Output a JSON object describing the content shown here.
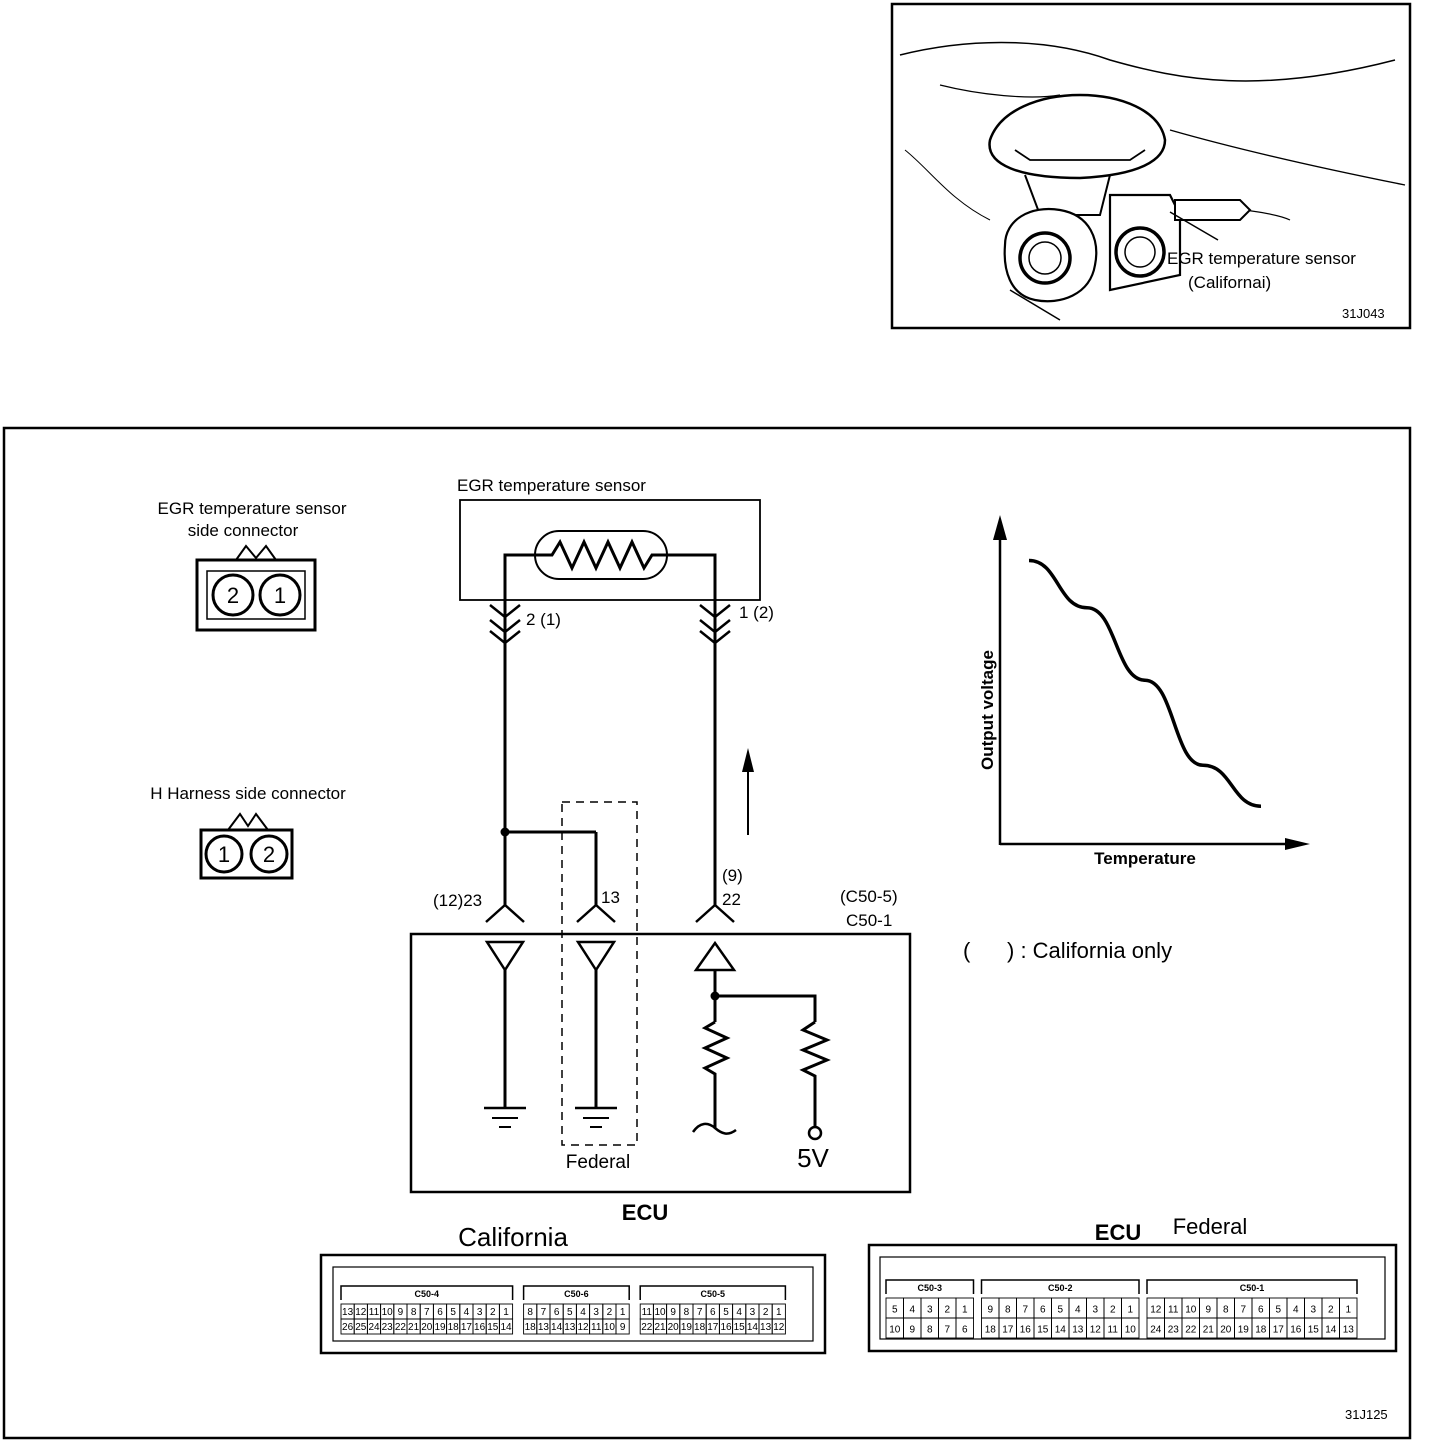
{
  "photo": {
    "label_line1": "EGR temperature sensor",
    "label_line2": "(Californai)",
    "fig_id": "31J043"
  },
  "diagram": {
    "fig_id": "31J125",
    "sensor_connector_line1": "EGR temperature sensor",
    "sensor_connector_line2": "side connector",
    "sensor_pins": [
      "2",
      "1"
    ],
    "harness_connector_label": "H Harness side connector",
    "harness_pins": [
      "1",
      "2"
    ],
    "sensor_box_label": "EGR temperature sensor",
    "wire_left_pin": "2 (1)",
    "wire_right_pin": "1 (2)",
    "ecu_left_pin": "(12)23",
    "ecu_mid_pin": "13",
    "ecu_right_pin_top": "(9)",
    "ecu_right_pin": "22",
    "ecu_connector_line1": "(C50-5)",
    "ecu_connector_line2": "C50-1",
    "federal_label": "Federal",
    "supply_label": "5V",
    "ecu_label": "ECU",
    "california_note": "(      ) : California only",
    "graph_ylabel": "Output voltage",
    "graph_xlabel": "Temperature"
  },
  "chart_data": {
    "type": "line",
    "title": "",
    "xlabel": "Temperature",
    "ylabel": "Output voltage",
    "series": [
      {
        "values_note": "qualitative curve, no numeric ticks",
        "x": [
          0.1,
          0.3,
          0.5,
          0.7,
          0.9
        ],
        "y": [
          0.9,
          0.75,
          0.52,
          0.25,
          0.12
        ]
      }
    ]
  },
  "california_connector": {
    "title": "California",
    "blocks": [
      {
        "name": "C50-4",
        "top": [
          "13",
          "12",
          "11",
          "10",
          "9",
          "8",
          "7",
          "6",
          "5",
          "4",
          "3",
          "2",
          "1"
        ],
        "bottom": [
          "26",
          "25",
          "24",
          "23",
          "22",
          "21",
          "20",
          "19",
          "18",
          "17",
          "16",
          "15",
          "14"
        ]
      },
      {
        "name": "C50-6",
        "top": [
          "8",
          "7",
          "6",
          "5",
          "4",
          "3",
          "2",
          "1"
        ],
        "bottom": [
          "18",
          "13",
          "14",
          "13",
          "12",
          "11",
          "10",
          "9"
        ]
      },
      {
        "name": "C50-5",
        "top": [
          "11",
          "10",
          "9",
          "8",
          "7",
          "6",
          "5",
          "4",
          "3",
          "2",
          "1"
        ],
        "bottom": [
          "22",
          "21",
          "20",
          "19",
          "18",
          "17",
          "16",
          "15",
          "14",
          "13",
          "12"
        ]
      }
    ]
  },
  "federal_connector": {
    "title_ecu": "ECU",
    "title": "Federal",
    "blocks": [
      {
        "name": "C50-3",
        "top": [
          "5",
          "4",
          "3",
          "2",
          "1"
        ],
        "bottom": [
          "10",
          "9",
          "8",
          "7",
          "6"
        ]
      },
      {
        "name": "C50-2",
        "top": [
          "9",
          "8",
          "7",
          "6",
          "5",
          "4",
          "3",
          "2",
          "1"
        ],
        "bottom": [
          "18",
          "17",
          "16",
          "15",
          "14",
          "13",
          "12",
          "11",
          "10"
        ]
      },
      {
        "name": "C50-1",
        "top": [
          "12",
          "11",
          "10",
          "9",
          "8",
          "7",
          "6",
          "5",
          "4",
          "3",
          "2",
          "1"
        ],
        "bottom": [
          "24",
          "23",
          "22",
          "21",
          "20",
          "19",
          "18",
          "17",
          "16",
          "15",
          "14",
          "13"
        ]
      }
    ]
  }
}
